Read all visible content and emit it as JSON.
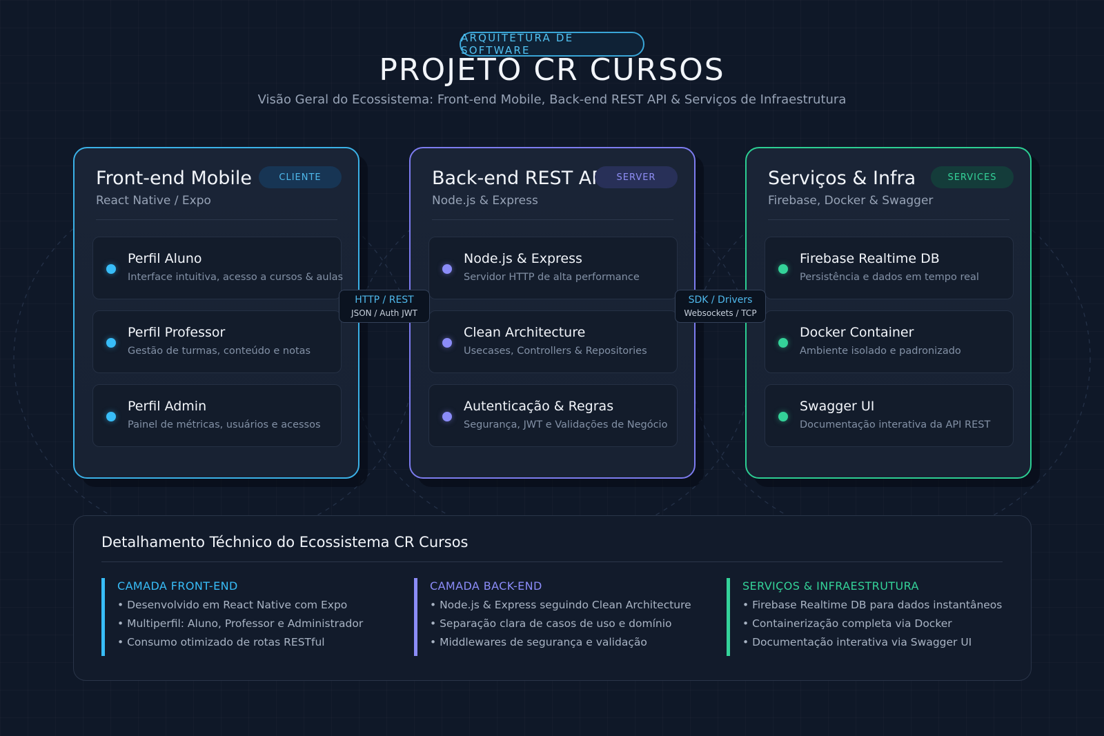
{
  "header": {
    "badge": "ARQUITETURA DE SOFTWARE",
    "title": "PROJETO CR CURSOS",
    "subtitle": "Visão Geral do Ecossistema: Front-end Mobile, Back-end REST API & Serviços de Infraestrutura"
  },
  "colors": {
    "frontend": "#38bdf8",
    "backend": "#8b8cf8",
    "services": "#34d399",
    "background": "#0f1828"
  },
  "cards": [
    {
      "title": "Front-end Mobile",
      "subtitle": "React Native / Expo",
      "badge": "CLIENTE",
      "items": [
        {
          "title": "Perfil Aluno",
          "desc": "Interface intuitiva, acesso a cursos & aulas"
        },
        {
          "title": "Perfil Professor",
          "desc": "Gestão de turmas, conteúdo e notas"
        },
        {
          "title": "Perfil Admin",
          "desc": "Painel de métricas, usuários e acessos"
        }
      ]
    },
    {
      "title": "Back-end REST API",
      "subtitle": "Node.js & Express",
      "badge": "SERVER",
      "items": [
        {
          "title": "Node.js & Express",
          "desc": "Servidor HTTP de alta performance"
        },
        {
          "title": "Clean Architecture",
          "desc": "Usecases, Controllers & Repositories"
        },
        {
          "title": "Autenticação & Regras",
          "desc": "Segurança, JWT e Validações de Negócio"
        }
      ]
    },
    {
      "title": "Serviços & Infra",
      "subtitle": "Firebase, Docker & Swagger",
      "badge": "SERVICES",
      "items": [
        {
          "title": "Firebase Realtime DB",
          "desc": "Persistência e dados em tempo real"
        },
        {
          "title": "Docker Container",
          "desc": "Ambiente isolado e padronizado"
        },
        {
          "title": "Swagger UI",
          "desc": "Documentação interativa da API REST"
        }
      ]
    }
  ],
  "connectors": [
    {
      "title": "HTTP / REST",
      "sub": "JSON / Auth JWT"
    },
    {
      "title": "SDK / Drivers",
      "sub": "Websockets / TCP"
    }
  ],
  "details": {
    "title": "Detalhamento Téchnico do Ecossistema CR Cursos",
    "columns": [
      {
        "heading": "CAMADA FRONT-END",
        "bullets": [
          "• Desenvolvido em React Native com Expo",
          "• Multiperfil: Aluno, Professor e Administrador",
          "• Consumo otimizado de rotas RESTful"
        ]
      },
      {
        "heading": "CAMADA BACK-END",
        "bullets": [
          "• Node.js & Express seguindo Clean Architecture",
          "• Separação clara de casos de uso e domínio",
          "• Middlewares de segurança e validação"
        ]
      },
      {
        "heading": "SERVIÇOS & INFRAESTRUTURA",
        "bullets": [
          "• Firebase Realtime DB para dados instantâneos",
          "• Containerização completa via Docker",
          "• Documentação interativa via Swagger UI"
        ]
      }
    ]
  }
}
